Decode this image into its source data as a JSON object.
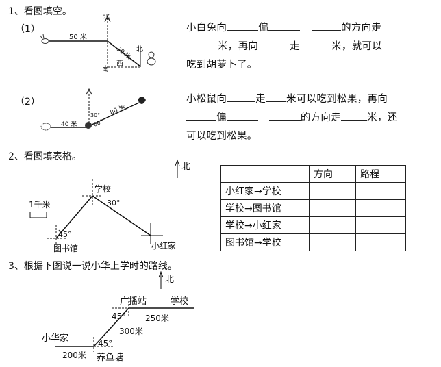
{
  "section1": {
    "heading": "1、看图填空。",
    "part1": {
      "label": "（1）",
      "line1_a": "小白兔向",
      "line1_b": "偏",
      "line1_c": "的方向走",
      "line2_a": "米，再向",
      "line2_b": "走",
      "line2_c": "米，就可以",
      "line3": "吃到胡萝卜了。",
      "fig": {
        "north": "北",
        "south": "南",
        "west": "西",
        "north2": "北",
        "dist1": "50 米",
        "dist2": "30 米"
      }
    },
    "part2": {
      "label": "（2）",
      "line1_a": "小松鼠向",
      "line1_b": "走",
      "line1_c": "米可以吃到松果，再向",
      "line2_a": "偏",
      "line2_b": "的方向走",
      "line2_c": "米，还",
      "line3": "可以吃到松果。",
      "fig": {
        "dist1": "40 米",
        "dist2": "80 米",
        "angle1": "60°",
        "angle2": "30°"
      }
    }
  },
  "section2": {
    "heading": "2、看图填表格。",
    "fig": {
      "north": "北",
      "scale": "1千米",
      "school": "学校",
      "library": "图书馆",
      "home": "小红家",
      "angle_school": "30°",
      "angle_library": "45°"
    },
    "table": {
      "headers": [
        "",
        "方向",
        "路程"
      ],
      "rows": [
        [
          "小红家→学校",
          "",
          ""
        ],
        [
          "学校→图书馆",
          "",
          ""
        ],
        [
          "学校→小红家",
          "",
          ""
        ],
        [
          "图书馆→学校",
          "",
          ""
        ]
      ]
    }
  },
  "section3": {
    "heading": "3、根据下图说一说小华上学时的路线。",
    "fig": {
      "north": "北",
      "station": "广播站",
      "school": "学校",
      "home": "小华家",
      "pond": "养鱼塘",
      "d1": "250米",
      "d2": "300米",
      "d3": "200米",
      "angle1": "45°",
      "angle2": "45°"
    }
  }
}
